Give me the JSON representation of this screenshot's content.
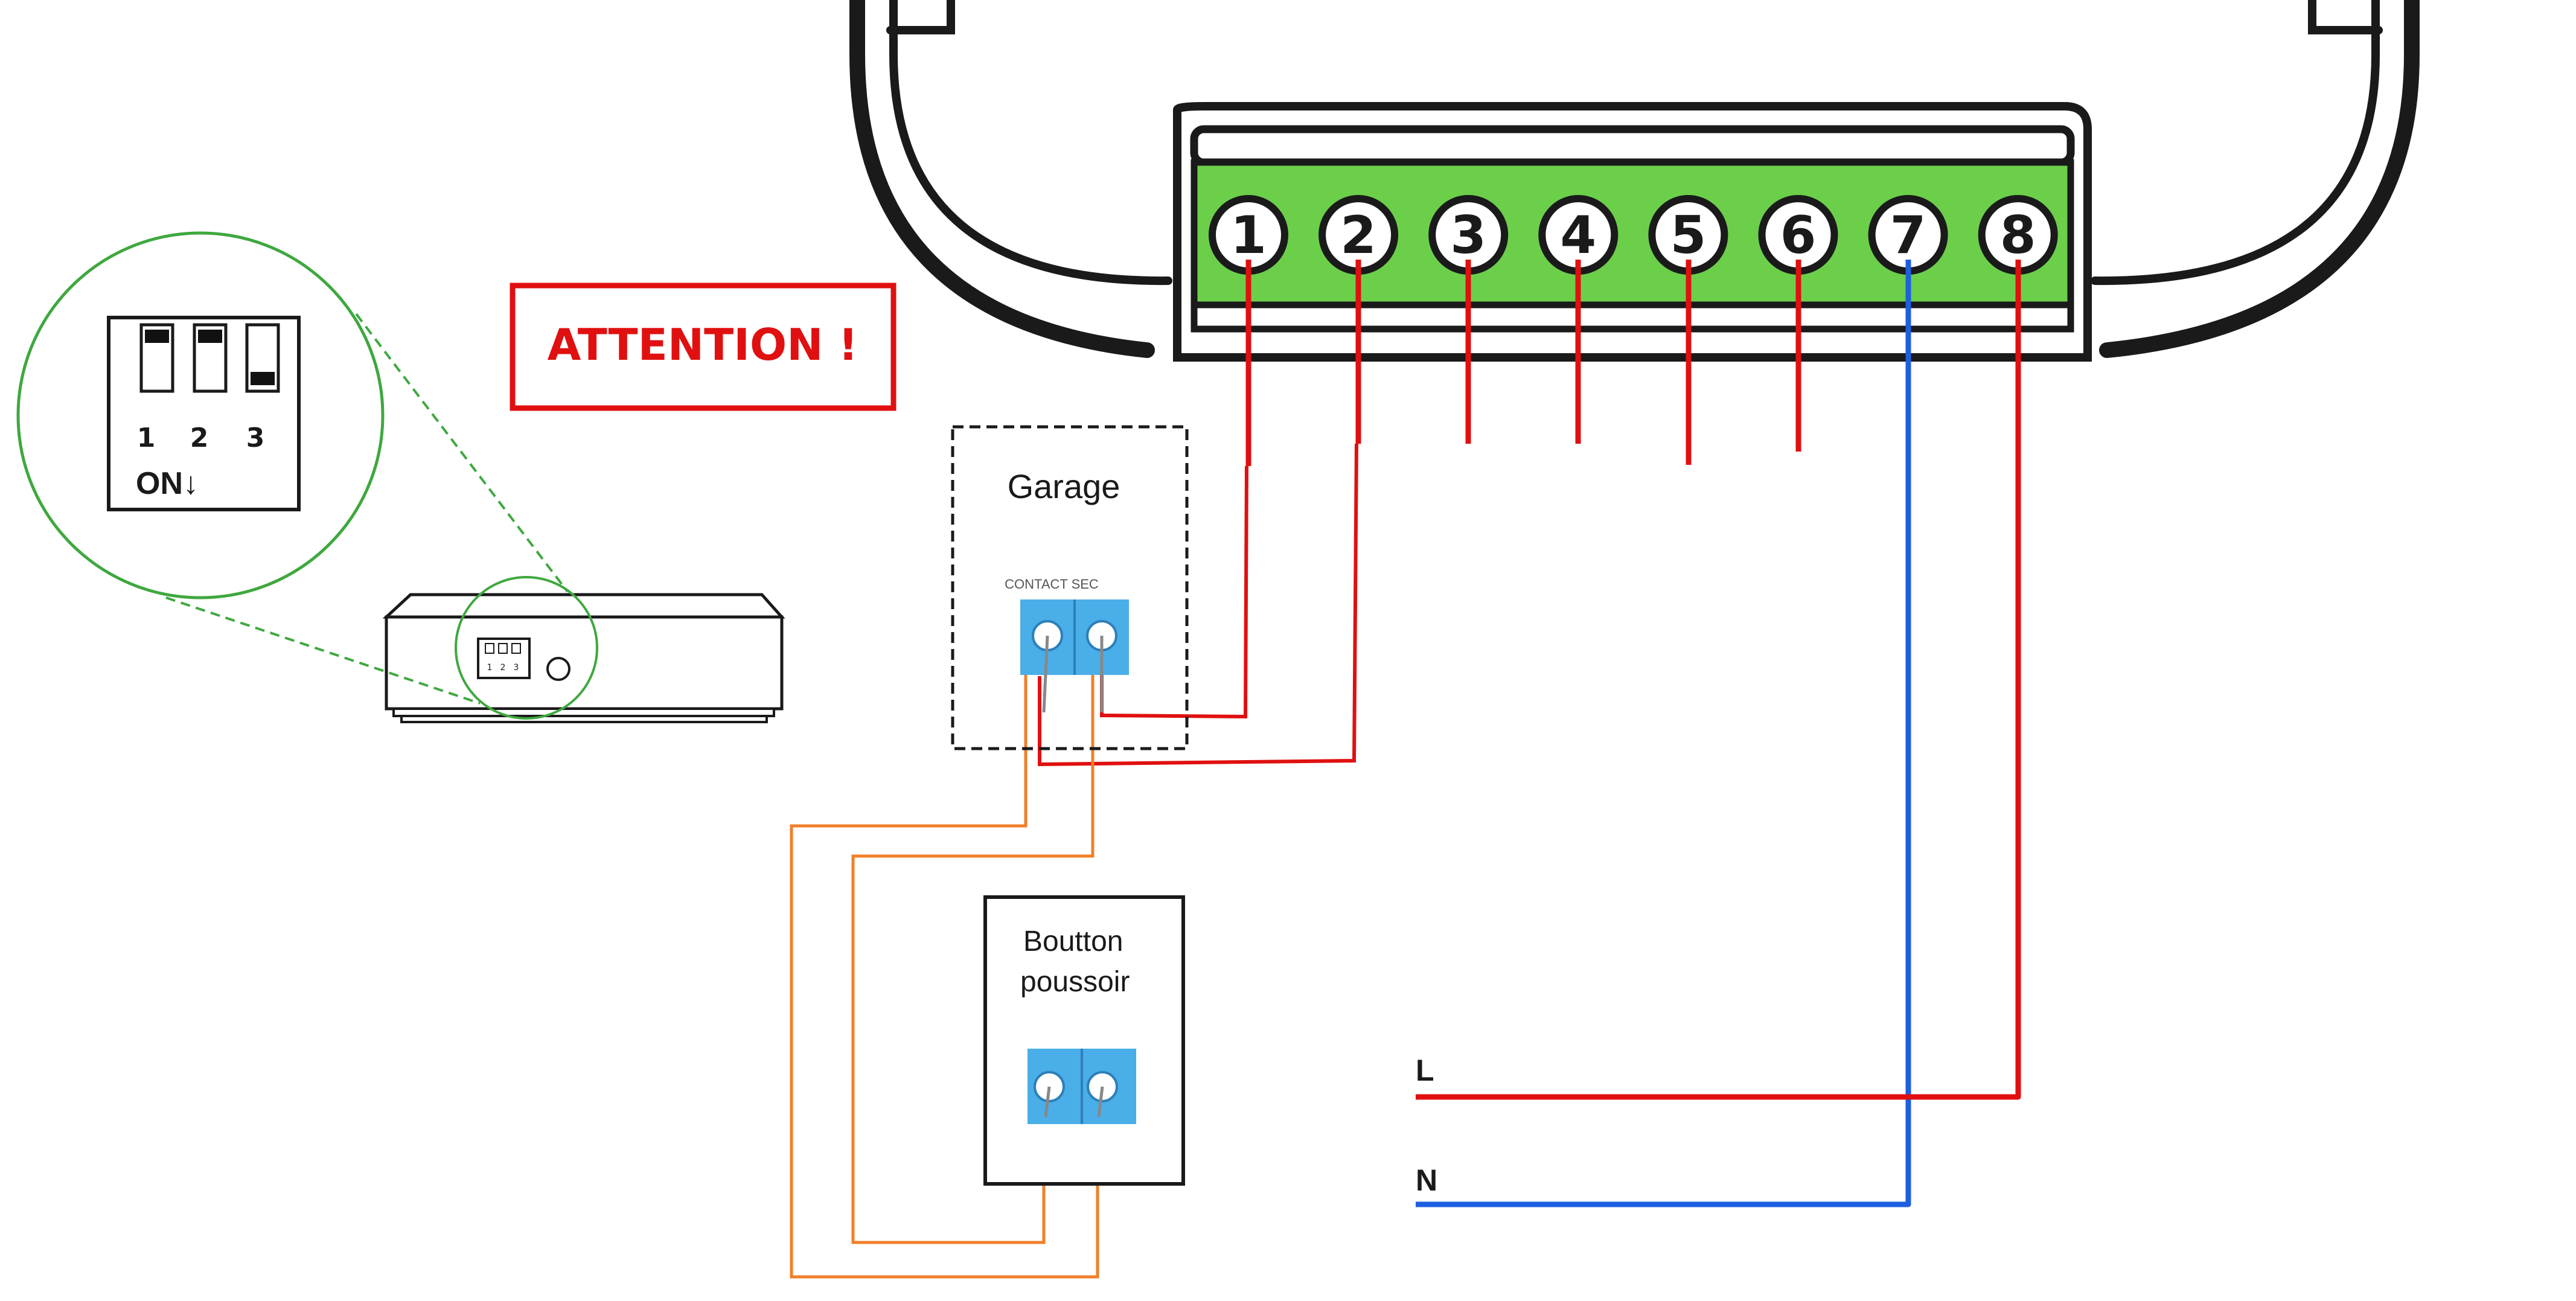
{
  "attention": {
    "text": "ATTENTION !",
    "color": "#e01010"
  },
  "terminals": [
    {
      "label": "1",
      "wire": "red"
    },
    {
      "label": "2",
      "wire": "red"
    },
    {
      "label": "3",
      "wire": "red"
    },
    {
      "label": "4",
      "wire": "red"
    },
    {
      "label": "5",
      "wire": "red"
    },
    {
      "label": "6",
      "wire": "red"
    },
    {
      "label": "7",
      "wire": "blue"
    },
    {
      "label": "8",
      "wire": "red"
    }
  ],
  "garage": {
    "title": "Garage",
    "contact_label": "CONTACT SEC"
  },
  "push_button": {
    "line1": "Boutton",
    "line2": "poussoir"
  },
  "mains": {
    "l_label": "L",
    "n_label": "N"
  },
  "dip_switch": {
    "numbers": [
      "1",
      "2",
      "3"
    ],
    "on_label": "ON↓",
    "positions": [
      "up",
      "up",
      "down"
    ]
  },
  "colors": {
    "terminal_green": "#6ccf4a",
    "wire_red": "#e01010",
    "wire_blue": "#1e5fe0",
    "wire_orange": "#f07f2a",
    "connector_blue": "#4aaee8",
    "zoom_green": "#3fa83f"
  }
}
